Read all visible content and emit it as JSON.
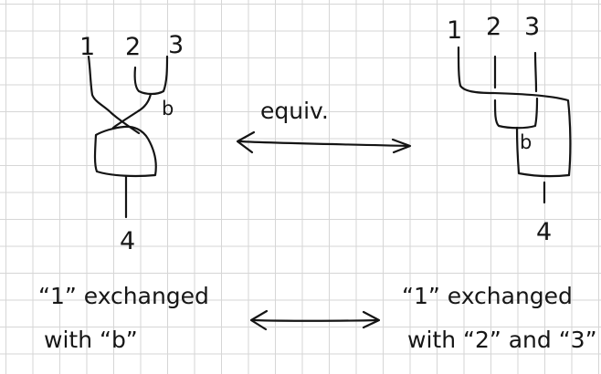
{
  "left_diagram": {
    "inputs": [
      "1",
      "2",
      "3"
    ],
    "node_label": "b",
    "output": "4"
  },
  "right_diagram": {
    "inputs": [
      "1",
      "2",
      "3"
    ],
    "node_label": "b",
    "output": "4"
  },
  "middle": {
    "relation_label": "equiv."
  },
  "captions": {
    "left_line1": "“1” exchanged",
    "left_line2": "with “b”",
    "right_line1": "“1” exchanged",
    "right_line2": "with “2” and “3”"
  },
  "colors": {
    "ink": "#141414",
    "grid": "#d6d6d6",
    "paper": "#ffffff"
  }
}
